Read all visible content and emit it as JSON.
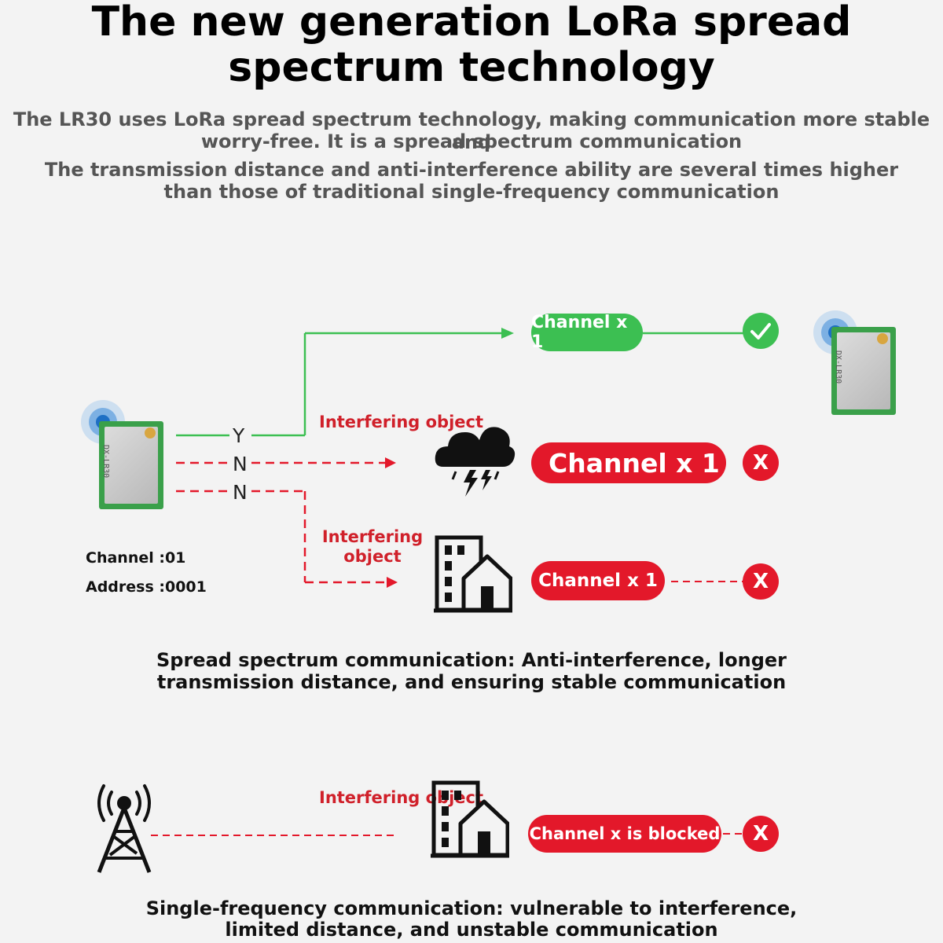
{
  "header": {
    "title_line1": "The new generation LoRa spread",
    "title_line2": "spectrum technology",
    "desc1_line1": "The LR30 uses LoRa spread spectrum technology, making communication more stable and",
    "desc1_line2": "worry-free. It is a spread spectrum communication",
    "desc2_line1": "The transmission distance and anti-interference ability are several times higher",
    "desc2_line2": "than those of traditional single-frequency communication"
  },
  "module": {
    "print_text": "DX-LR30",
    "channel_text": "Channel :01",
    "address_text": "Address :0001"
  },
  "paths": {
    "y_label": "Y",
    "n1_label": "N",
    "n2_label": "N"
  },
  "spread": {
    "channel_ok": "Channel x 1",
    "interfering_1": "Interfering object",
    "channel_fail_1": "Channel x 1",
    "interfering_2_line1": "Interfering",
    "interfering_2_line2": "object",
    "channel_fail_2": "Channel x 1",
    "fail_mark": "X",
    "caption_line1": "Spread spectrum communication: Anti-interference, longer",
    "caption_line2": "transmission distance, and ensuring stable communication"
  },
  "single": {
    "interfering": "Interfering object",
    "channel_blocked": "Channel x is blocked",
    "fail_mark": "X",
    "caption_line1": "Single-frequency communication: vulnerable to interference,",
    "caption_line2": "limited distance, and unstable communication"
  },
  "colors": {
    "green": "#3cbf52",
    "red": "#e3182a",
    "dark_red": "#d0202a"
  }
}
